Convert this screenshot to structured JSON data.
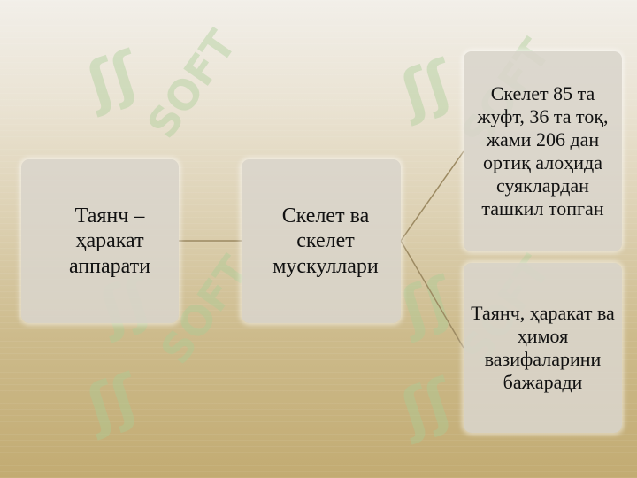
{
  "diagram": {
    "root": {
      "label": "Таянч – ҳаракат аппарати"
    },
    "middle": {
      "label": "Скелет ва скелет мускуллари"
    },
    "leaves": [
      {
        "label": "Скелет 85 та жуфт, 36 та тоқ, жами 206 дан ортиқ алоҳида суяклардан ташкил топган"
      },
      {
        "label": "Таянч, ҳаракат ва ҳимоя вазифаларини бажаради"
      }
    ]
  },
  "watermark": {
    "mark": "ʃʃ",
    "text": "SOFT"
  },
  "colors": {
    "node_fill": "#dad5cc",
    "connector": "#9c8a62",
    "watermark": "#aacd96",
    "background_top": "#f2efe9",
    "background_bottom": "#c2ab72"
  }
}
